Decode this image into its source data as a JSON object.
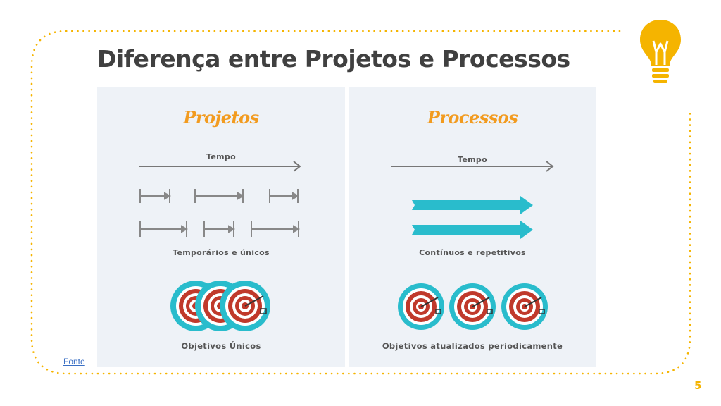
{
  "slide": {
    "title": "Diferença entre Projetos e Processos",
    "source_link": "Fonte",
    "page_number": "5",
    "accent_color": "#f5b400",
    "icon": "lightbulb-icon"
  },
  "projetos": {
    "heading": "Projetos",
    "time_axis_label": "Tempo",
    "bars_caption": "Temporários e únicos",
    "targets_caption": "Objetivos Únicos",
    "target_count": 3,
    "target_arrangement": "overlapping"
  },
  "processos": {
    "heading": "Processos",
    "time_axis_label": "Tempo",
    "arrows_caption": "Contínuos e repetitivos",
    "targets_caption": "Objetivos atualizados periodicamente",
    "target_count": 3,
    "target_arrangement": "separate",
    "arrow_color": "#29bccc"
  }
}
